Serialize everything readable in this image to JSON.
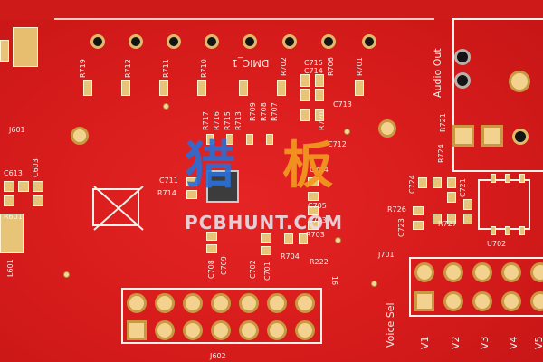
{
  "watermark": {
    "chinese_left": "猎",
    "chinese_right": "板",
    "latin": "PCBHUNT.COM"
  },
  "labels": {
    "R719": "R719",
    "R712": "R712",
    "R711": "R711",
    "R710": "R710",
    "DMIC1": "DMIC_1",
    "R702": "R702",
    "R706": "R706",
    "R701": "R701",
    "C715": "C715",
    "C714": "C714",
    "C713": "C713",
    "R717": "R717",
    "R716": "R716",
    "R715": "R715",
    "R713": "R713",
    "R709": "R709",
    "R708": "R708",
    "R707": "R707",
    "R720": "R720",
    "C712": "C712",
    "R724": "R724",
    "R721": "R721",
    "AudioOut": "Audio Out",
    "J601": "J601",
    "C613": "C613",
    "C603": "C603",
    "R601": "R601",
    "L601": "L601",
    "C711": "C711",
    "R714": "R714",
    "C704": "C704",
    "C705": "C705",
    "C703": "C703",
    "R703": "R703",
    "R704": "R704",
    "R222": "R222",
    "C708": "C708",
    "C709": "C709",
    "C702": "C702",
    "C701": "C701",
    "R726": "R726",
    "C723": "C723",
    "C724": "C724",
    "R727": "R727",
    "C721": "C721",
    "U702": "U702",
    "J701": "J701",
    "n16": "16",
    "VoiceSel": "Voice Sel",
    "V1": "V1",
    "V2": "V2",
    "V3": "V3",
    "V4": "V4",
    "V5": "V5",
    "J602": "J602"
  }
}
